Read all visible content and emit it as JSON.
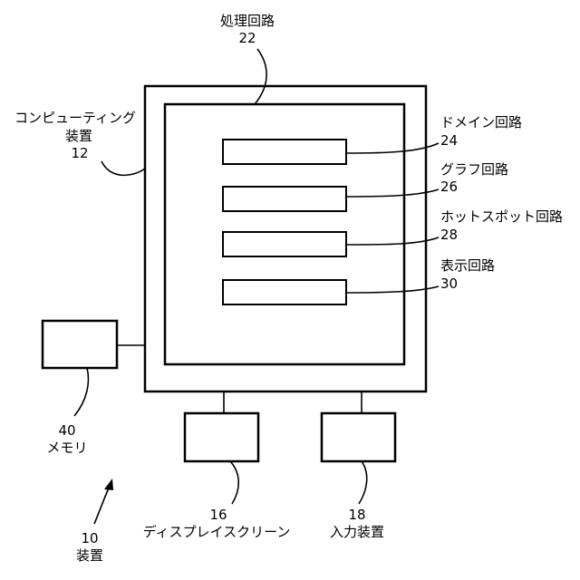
{
  "labels": {
    "processing_circuit": "処理回路",
    "processing_circuit_ref": "22",
    "computing_device_line1": "コンピューティング",
    "computing_device_line2": "装置",
    "computing_device_ref": "12",
    "domain_circuit": "ドメイン回路",
    "domain_circuit_ref": "24",
    "graph_circuit": "グラフ回路",
    "graph_circuit_ref": "26",
    "hotspot_circuit": "ホットスポット回路",
    "hotspot_circuit_ref": "28",
    "display_circuit": "表示回路",
    "display_circuit_ref": "30",
    "memory_ref": "40",
    "memory": "メモリ",
    "display_screen_ref": "16",
    "display_screen": "ディスプレイスクリーン",
    "input_device_ref": "18",
    "input_device": "入力装置",
    "apparatus_ref": "10",
    "apparatus": "装置"
  }
}
